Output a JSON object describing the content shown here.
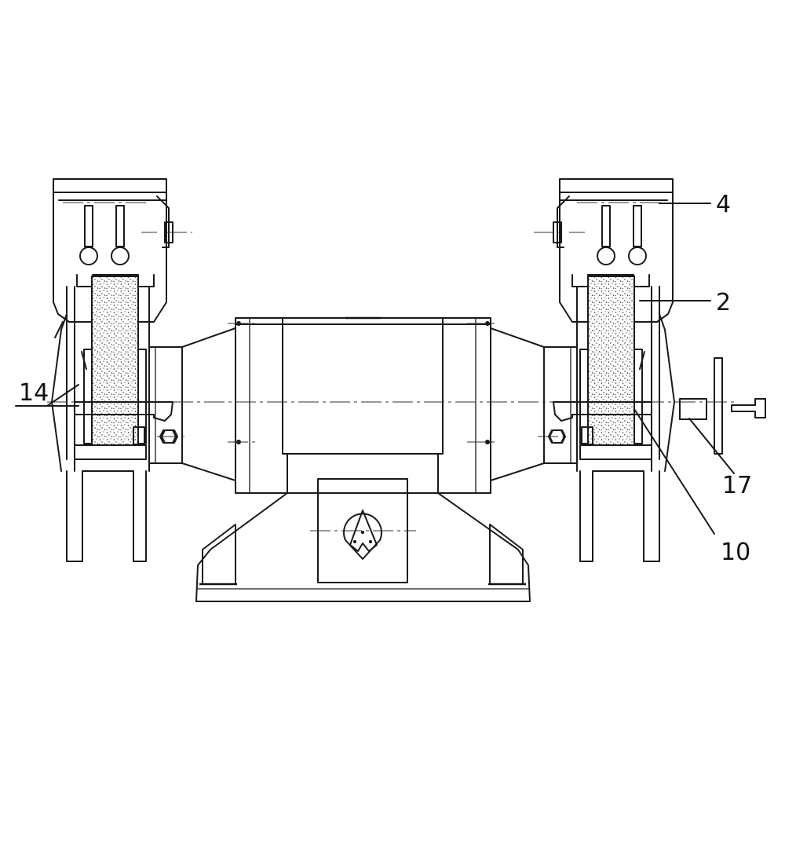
{
  "diagram": {
    "subject": "bench-grinder",
    "callouts": [
      {
        "id": "callout-4",
        "label": "4"
      },
      {
        "id": "callout-2",
        "label": "2"
      },
      {
        "id": "callout-14",
        "label": "14"
      },
      {
        "id": "callout-17",
        "label": "17"
      },
      {
        "id": "callout-10",
        "label": "10"
      }
    ]
  }
}
